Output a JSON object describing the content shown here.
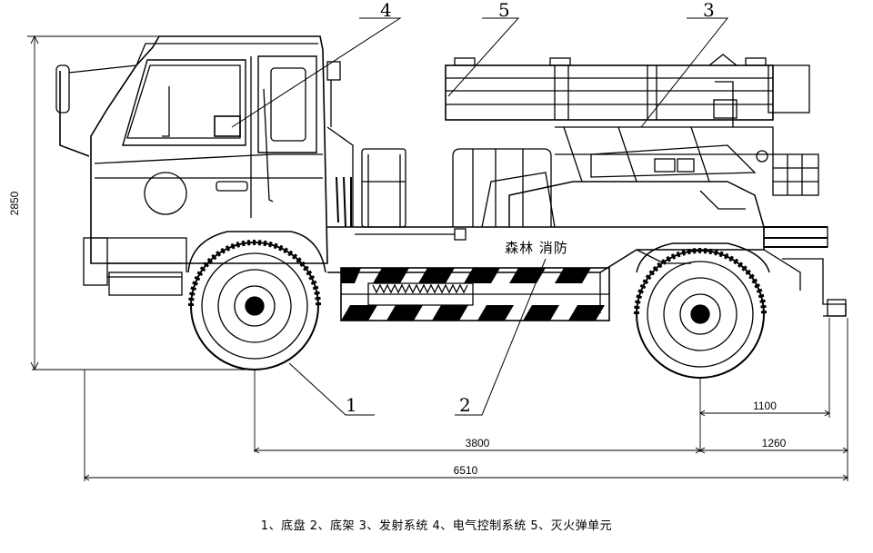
{
  "dimensions": {
    "height": "2850",
    "wheelbase": "3800",
    "rear_overhang": "1260",
    "rear_to_hitch": "1100",
    "overall_length": "6510"
  },
  "callouts": [
    "1",
    "2",
    "3",
    "4",
    "5"
  ],
  "vehicle_text": "森林 消防",
  "caption": "1、底盘  2、底架  3、发射系统 4、电气控制系统 5、灭火弹单元"
}
